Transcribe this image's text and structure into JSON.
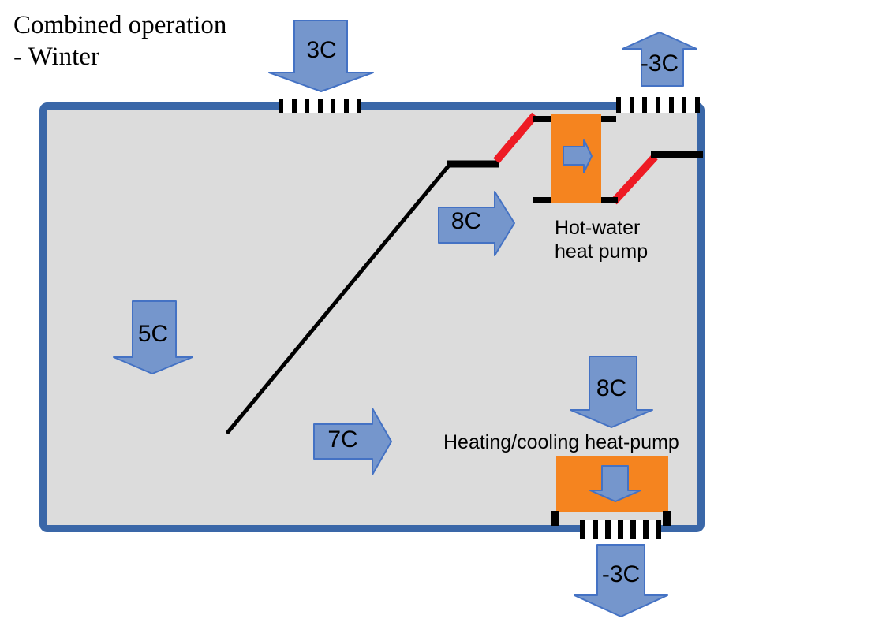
{
  "title": {
    "line1": "Combined operation",
    "line2": "- Winter"
  },
  "flows": {
    "outdoor_intake": "3C",
    "outdoor_exhaust": "-3C",
    "indoor_down": "5C",
    "to_hot_water_pump": "8C",
    "indoor_return": "7C",
    "to_heating_pump": "8C",
    "bottom_exhaust": "-3C"
  },
  "pumps": {
    "hot_water": {
      "name_line1": "Hot-water",
      "name_line2": "heat pump"
    },
    "heating_cooling": {
      "name": "Heating/cooling heat-pump"
    }
  },
  "vents": {
    "top_intake_slats": 7,
    "top_exhaust_slats": 7,
    "bottom_exhaust_slats": 7
  },
  "colors": {
    "arrow_fill": "#7596CC",
    "arrow_stroke": "#4472C4",
    "room_border": "#3A67A8",
    "room_fill": "#DCDCDC",
    "pump_orange": "#F5841F",
    "pipe_red": "#EE1B24",
    "pipe_black": "#000000"
  }
}
